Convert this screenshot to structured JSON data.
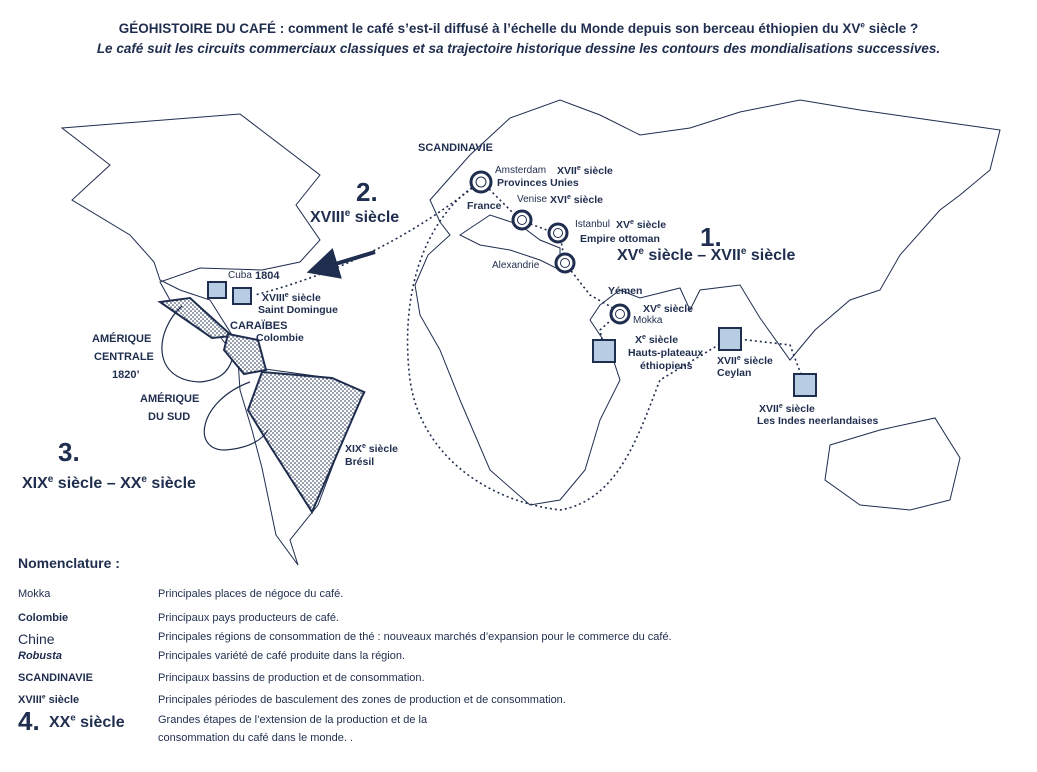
{
  "header": {
    "title": "GÉOHISTOIRE DU CAFÉ : comment le café s’est-il diffusé à l’échelle du Monde depuis son berceau éthiopien du XVe siècle ?",
    "subtitle": "Le café suit les circuits commerciaux classiques et sa trajectoire historique dessine les contours des mondialisations successives."
  },
  "stages": {
    "s1_num": "1.",
    "s1_label": "XVe siècle – XVIIe siècle",
    "s2_num": "2.",
    "s2_label": "XVIIIe siècle",
    "s3_num": "3.",
    "s3_label": "XIXe siècle – XXe siècle"
  },
  "places": {
    "scandinavie": "SCANDINAVIE",
    "amsterdam": "Amsterdam",
    "amsterdam_century": "XVIIe siècle",
    "provinces_unies": "Provinces Unies",
    "france": "France",
    "venise": "Venise",
    "venise_century": "XVIe siècle",
    "istanbul": "Istanbul",
    "istanbul_century": "XVe siècle",
    "empire_ottoman": "Empire ottoman",
    "alexandrie": "Alexandrie",
    "yemen": "Yémen",
    "mokka": "Mokka",
    "mokka_century": "XVe siècle",
    "hauts_century": "Xe siècle",
    "hauts_plateaux": "Hauts-plateaux",
    "ethiopiens": "éthiopiens",
    "ceylan_century": "XVIIe siècle",
    "ceylan": "Ceylan",
    "indes_century": "XVIIe siècle",
    "indes": "Les Indes neerlandaises",
    "cuba": "Cuba",
    "cuba_year": "1804",
    "sd_century": "XVIIIe siècle",
    "saint_domingue": "Saint Domingue",
    "caraibes": "CARAÏBES",
    "colombie": "Colombie",
    "amerique_centrale_1": "AMÉRIQUE",
    "amerique_centrale_2": "CENTRALE",
    "amerique_centrale_3": "1820’",
    "amerique_sud_1": "AMÉRIQUE",
    "amerique_sud_2": "DU SUD",
    "bresil_century": "XIXe siècle",
    "bresil": "Brésil"
  },
  "legend": {
    "title": "Nomenclature :",
    "rows": [
      {
        "term": "Mokka",
        "desc": "Principales places de négoce du café."
      },
      {
        "term": "Colombie",
        "desc": "Principaux pays producteurs de café."
      },
      {
        "term": "Chine",
        "desc": "Principales régions de consommation de thé : nouveaux marchés d’expansion pour le commerce du café."
      },
      {
        "term": "Robusta",
        "desc": "Principales variété de café produite dans la région."
      },
      {
        "term": "SCANDINAVIE",
        "desc": "Principaux bassins de production et de consommation."
      },
      {
        "term": "XVIIIe siècle",
        "desc": "Principales périodes de basculement des zones de production et de consommation."
      },
      {
        "term_num": "4.",
        "term": "XXe siècle",
        "desc": "Grandes étapes de l’extension de la production et de la",
        "desc2": "consommation du café dans le monde. ."
      }
    ]
  },
  "colors": {
    "navy": "#1f2d4e",
    "square_fill": "#b8cce4",
    "ink": "#1f2d4e"
  }
}
